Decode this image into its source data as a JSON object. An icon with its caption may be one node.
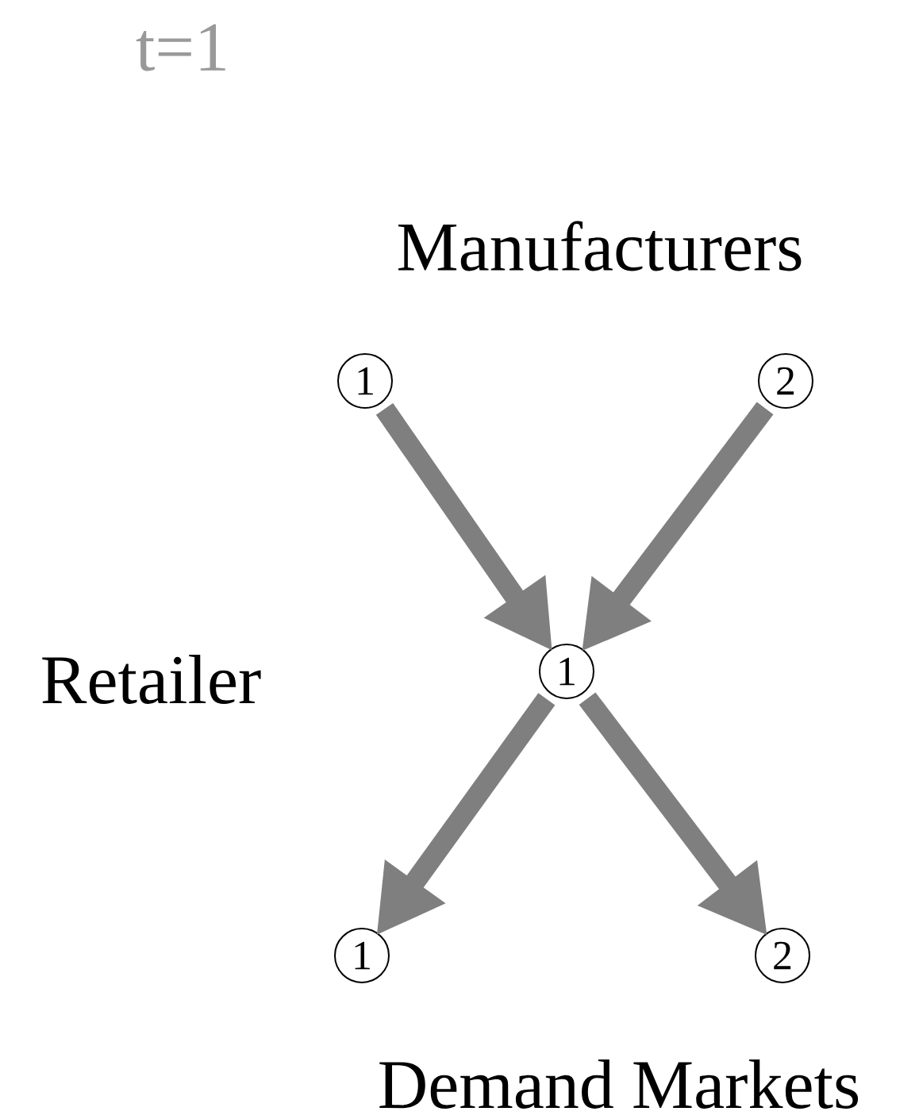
{
  "diagram": {
    "nodes": [
      {
        "text": [
          "1"
        ]
      },
      {
        "text": [
          "2"
        ]
      },
      {
        "text": [
          "1"
        ]
      },
      {
        "text": [
          "1"
        ]
      },
      {
        "text": [
          "2"
        ]
      }
    ],
    "edges": [
      {
        "from": 0,
        "to": 2,
        "arrow": "to"
      },
      {
        "from": 1,
        "to": 2,
        "arrow": "to"
      },
      {
        "from": 2,
        "to": 3,
        "arrow": "to"
      },
      {
        "from": 2,
        "to": 4,
        "arrow": "to"
      }
    ],
    "labels": [
      "t=1",
      "Manufacturers",
      "Retailer",
      "Demand Markets"
    ]
  }
}
